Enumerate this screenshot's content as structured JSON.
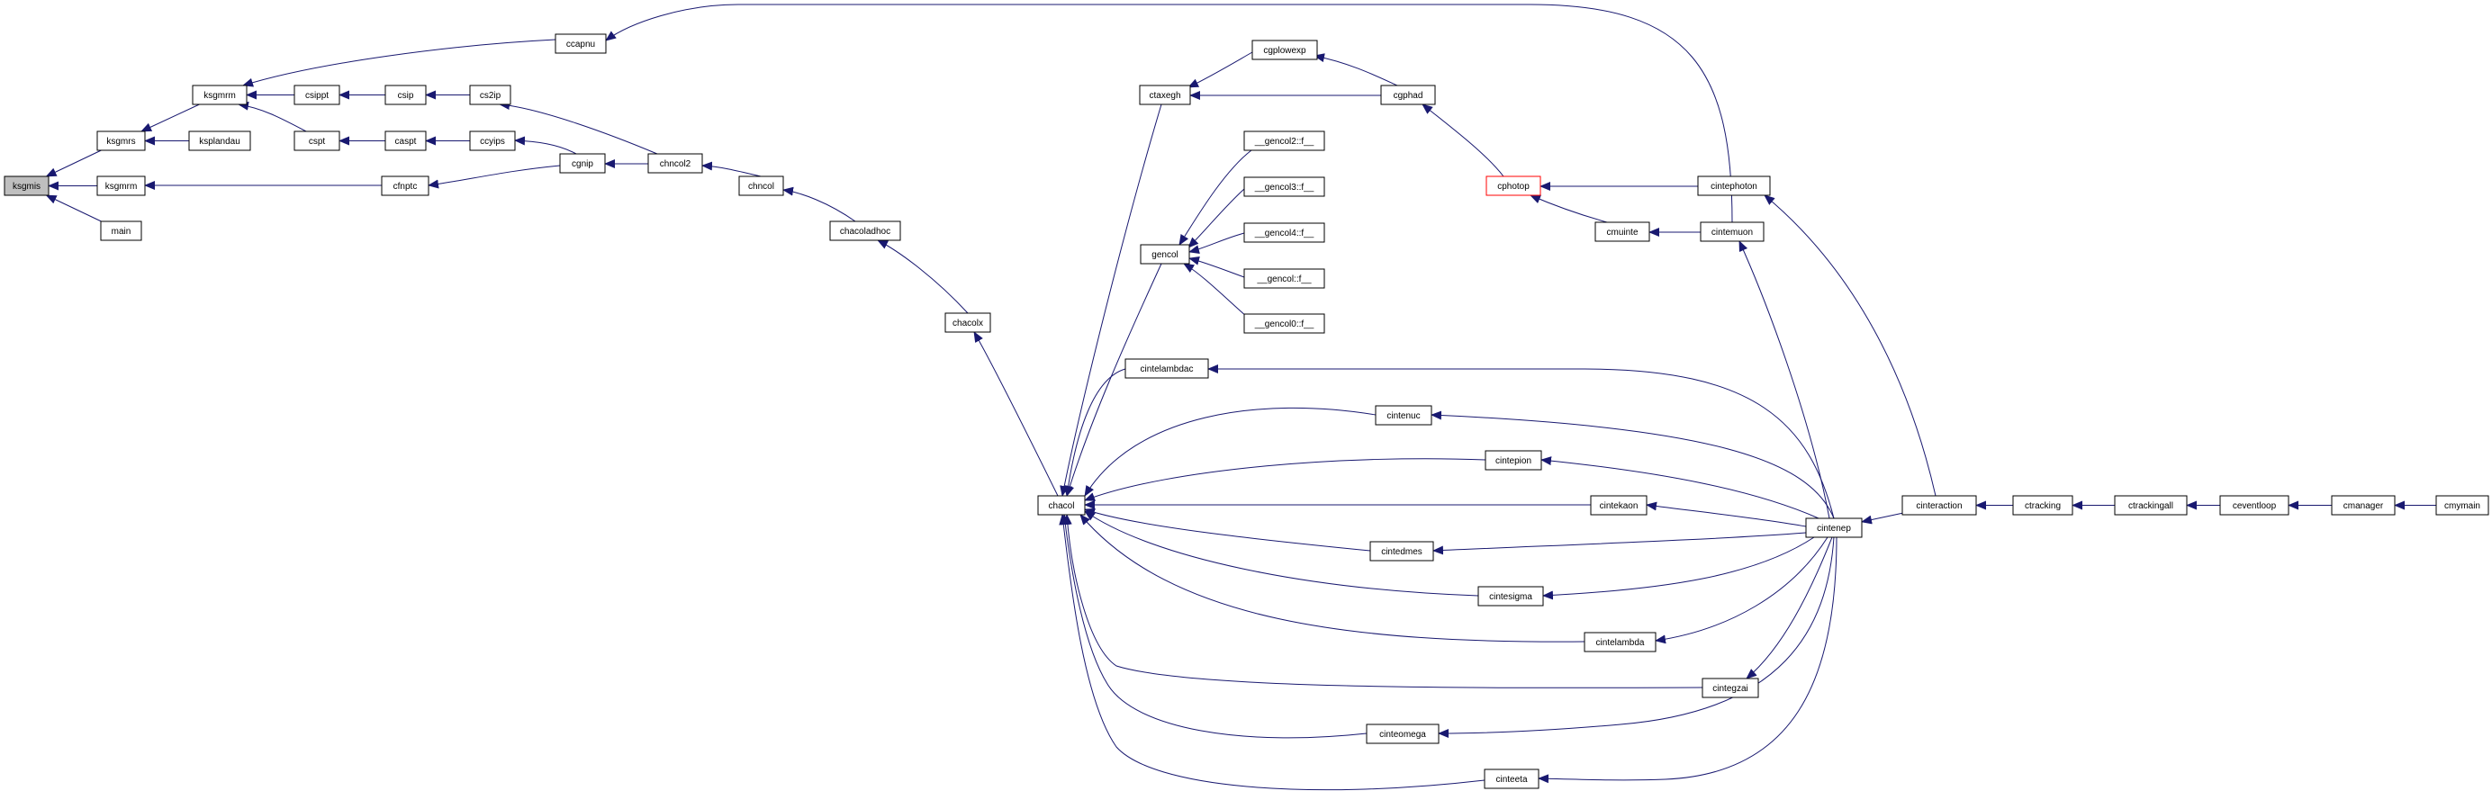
{
  "colors": {
    "edge": "#191970",
    "root_fill": "#bfbfbf",
    "node_fill": "#ffffff",
    "highlight_border": "#ff0000"
  },
  "nodes": [
    {
      "id": "ksgmis",
      "label": "ksgmis",
      "root": true
    },
    {
      "id": "ksgmrs",
      "label": "ksgmrs"
    },
    {
      "id": "ksgmrm",
      "label": "ksgmrm"
    },
    {
      "id": "main",
      "label": "main"
    },
    {
      "id": "ksgmrm2",
      "label": "ksgmrm"
    },
    {
      "id": "ksplandau",
      "label": "ksplandau"
    },
    {
      "id": "ccapnu",
      "label": "ccapnu"
    },
    {
      "id": "csippt",
      "label": "csippt"
    },
    {
      "id": "csip",
      "label": "csip"
    },
    {
      "id": "cs2ip",
      "label": "cs2ip"
    },
    {
      "id": "cspt",
      "label": "cspt"
    },
    {
      "id": "caspt",
      "label": "caspt"
    },
    {
      "id": "ccyips",
      "label": "ccyips"
    },
    {
      "id": "cfnptc",
      "label": "cfnptc"
    },
    {
      "id": "cgnip",
      "label": "cgnip"
    },
    {
      "id": "chncol2",
      "label": "chncol2"
    },
    {
      "id": "chncol",
      "label": "chncol"
    },
    {
      "id": "chacoladhoc",
      "label": "chacoladhoc"
    },
    {
      "id": "chacolx",
      "label": "chacolx"
    },
    {
      "id": "chacol",
      "label": "chacol"
    },
    {
      "id": "ctaxegh",
      "label": "ctaxegh"
    },
    {
      "id": "cgplowexp",
      "label": "cgplowexp"
    },
    {
      "id": "cgphad",
      "label": "cgphad"
    },
    {
      "id": "gencol",
      "label": "gencol"
    },
    {
      "id": "gencol2",
      "label": "__gencol2::f__"
    },
    {
      "id": "gencol3",
      "label": "__gencol3::f__"
    },
    {
      "id": "gencol4",
      "label": "__gencol4::f__"
    },
    {
      "id": "gencol1",
      "label": "__gencol::f__"
    },
    {
      "id": "gencol0",
      "label": "__gencol0::f__"
    },
    {
      "id": "cintelambdac",
      "label": "cintelambdac"
    },
    {
      "id": "cintenuc",
      "label": "cintenuc"
    },
    {
      "id": "cintepion",
      "label": "cintepion"
    },
    {
      "id": "cintekaon",
      "label": "cintekaon"
    },
    {
      "id": "cintedmes",
      "label": "cintedmes"
    },
    {
      "id": "cintesigma",
      "label": "cintesigma"
    },
    {
      "id": "cintelambda",
      "label": "cintelambda"
    },
    {
      "id": "cintegzai",
      "label": "cintegzai"
    },
    {
      "id": "cinteomega",
      "label": "cinteomega"
    },
    {
      "id": "cinteeta",
      "label": "cinteeta"
    },
    {
      "id": "cphotop",
      "label": "cphotop",
      "highlight": true
    },
    {
      "id": "cmuinte",
      "label": "cmuinte"
    },
    {
      "id": "cintephoton",
      "label": "cintephoton"
    },
    {
      "id": "cintemuon",
      "label": "cintemuon"
    },
    {
      "id": "cintenep",
      "label": "cintenep"
    },
    {
      "id": "cinteraction",
      "label": "cinteraction"
    },
    {
      "id": "ctracking",
      "label": "ctracking"
    },
    {
      "id": "ctrackingall",
      "label": "ctrackingall"
    },
    {
      "id": "ceventloop",
      "label": "ceventloop"
    },
    {
      "id": "cmanager",
      "label": "cmanager"
    },
    {
      "id": "cmymain",
      "label": "cmymain"
    }
  ],
  "edges": [
    {
      "from": "ksgmrs",
      "to": "ksgmis"
    },
    {
      "from": "ksgmrm",
      "to": "ksgmis"
    },
    {
      "from": "main",
      "to": "ksgmis"
    },
    {
      "from": "ksgmrm2",
      "to": "ksgmrs"
    },
    {
      "from": "ksplandau",
      "to": "ksgmrs"
    },
    {
      "from": "ccapnu",
      "to": "ksgmrm2"
    },
    {
      "from": "csippt",
      "to": "ksgmrm2"
    },
    {
      "from": "cspt",
      "to": "ksgmrm2"
    },
    {
      "from": "csip",
      "to": "csippt"
    },
    {
      "from": "cs2ip",
      "to": "csip"
    },
    {
      "from": "caspt",
      "to": "cspt"
    },
    {
      "from": "ccyips",
      "to": "caspt"
    },
    {
      "from": "cgnip",
      "to": "ccyips"
    },
    {
      "from": "cfnptc",
      "to": "ksgmrm"
    },
    {
      "from": "cgnip",
      "to": "cfnptc"
    },
    {
      "from": "chncol2",
      "to": "cgnip"
    },
    {
      "from": "chncol2",
      "to": "cs2ip"
    },
    {
      "from": "chncol",
      "to": "chncol2"
    },
    {
      "from": "chacoladhoc",
      "to": "chncol"
    },
    {
      "from": "chacolx",
      "to": "chacoladhoc"
    },
    {
      "from": "chacol",
      "to": "chacolx"
    },
    {
      "from": "ctaxegh",
      "to": "chacol"
    },
    {
      "from": "gencol",
      "to": "chacol"
    },
    {
      "from": "cintelambdac",
      "to": "chacol"
    },
    {
      "from": "cintenuc",
      "to": "chacol"
    },
    {
      "from": "cintepion",
      "to": "chacol"
    },
    {
      "from": "cintekaon",
      "to": "chacol"
    },
    {
      "from": "cintedmes",
      "to": "chacol"
    },
    {
      "from": "cintesigma",
      "to": "chacol"
    },
    {
      "from": "cintelambda",
      "to": "chacol"
    },
    {
      "from": "cintegzai",
      "to": "chacol"
    },
    {
      "from": "cinteomega",
      "to": "chacol"
    },
    {
      "from": "cinteeta",
      "to": "chacol"
    },
    {
      "from": "cgplowexp",
      "to": "ctaxegh"
    },
    {
      "from": "cgphad",
      "to": "ctaxegh"
    },
    {
      "from": "cgphad",
      "to": "cgplowexp"
    },
    {
      "from": "cphotop",
      "to": "cgphad"
    },
    {
      "from": "gencol2",
      "to": "gencol"
    },
    {
      "from": "gencol3",
      "to": "gencol"
    },
    {
      "from": "gencol4",
      "to": "gencol"
    },
    {
      "from": "gencol1",
      "to": "gencol"
    },
    {
      "from": "gencol0",
      "to": "gencol"
    },
    {
      "from": "cintephoton",
      "to": "cphotop"
    },
    {
      "from": "cmuinte",
      "to": "cphotop"
    },
    {
      "from": "cintemuon",
      "to": "cmuinte"
    },
    {
      "from": "cintemuon",
      "to": "ccapnu"
    },
    {
      "from": "cintenep",
      "to": "cintemuon"
    },
    {
      "from": "cintenep",
      "to": "cintelambdac"
    },
    {
      "from": "cintenep",
      "to": "cintenuc"
    },
    {
      "from": "cintenep",
      "to": "cintepion"
    },
    {
      "from": "cintenep",
      "to": "cintekaon"
    },
    {
      "from": "cintenep",
      "to": "cintedmes"
    },
    {
      "from": "cintenep",
      "to": "cintesigma"
    },
    {
      "from": "cintenep",
      "to": "cintelambda"
    },
    {
      "from": "cintenep",
      "to": "cintegzai"
    },
    {
      "from": "cintenep",
      "to": "cinteomega"
    },
    {
      "from": "cintenep",
      "to": "cinteeta"
    },
    {
      "from": "cinteraction",
      "to": "cintenep"
    },
    {
      "from": "cinteraction",
      "to": "cintephoton"
    },
    {
      "from": "ctracking",
      "to": "cinteraction"
    },
    {
      "from": "ctrackingall",
      "to": "ctracking"
    },
    {
      "from": "ceventloop",
      "to": "ctrackingall"
    },
    {
      "from": "cmanager",
      "to": "ceventloop"
    },
    {
      "from": "cmymain",
      "to": "cmanager"
    }
  ]
}
